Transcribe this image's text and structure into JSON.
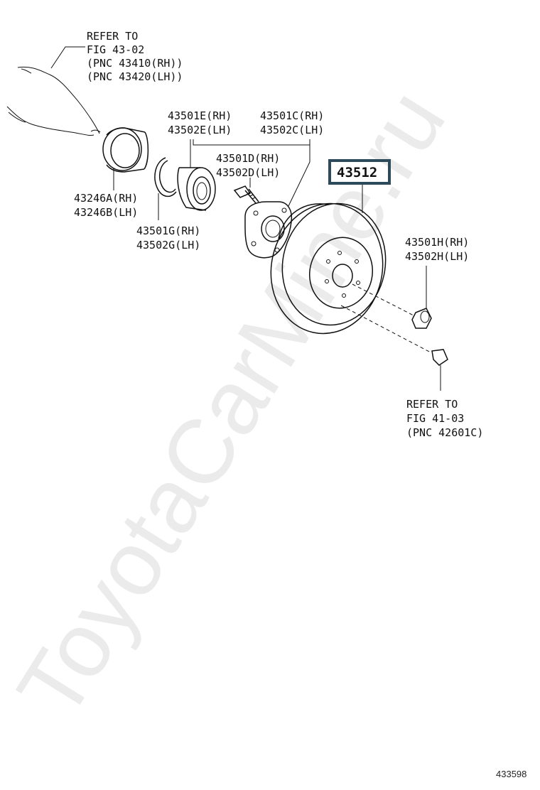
{
  "watermark": "ToyotaCarMine.ru",
  "figure_number": "433598",
  "callouts": {
    "refer_top": [
      "REFER TO",
      "FIG 43-02",
      "(PNC 43410(RH))",
      "(PNC 43420(LH))"
    ],
    "refer_bottom": [
      "REFER TO",
      "FIG 41-03",
      "(PNC 42601C)"
    ],
    "p43501e": [
      "43501E(RH)",
      "43502E(LH)"
    ],
    "p43501c": [
      "43501C(RH)",
      "43502C(LH)"
    ],
    "p43501d": [
      "43501D(RH)",
      "43502D(LH)"
    ],
    "highlighted_part": "43512",
    "p43246": [
      "43246A(RH)",
      "43246B(LH)"
    ],
    "p43501g": [
      "43501G(RH)",
      "43502G(LH)"
    ],
    "p43501h": [
      "43501H(RH)",
      "43502H(LH)"
    ]
  }
}
